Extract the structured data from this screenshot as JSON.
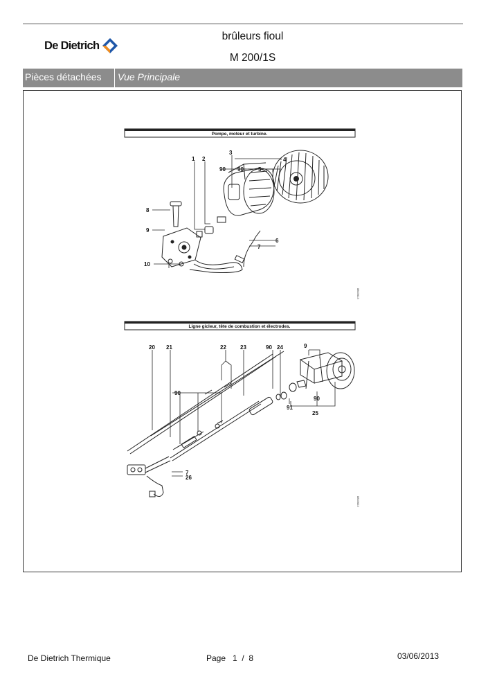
{
  "header": {
    "brand": "De Dietrich",
    "title_line1": "brûleurs fioul",
    "title_line2": "M 200/1S"
  },
  "section_bar": {
    "label": "Pièces détachées",
    "view": "Vue Principale"
  },
  "diagram1": {
    "title": "Pompe, moteur et turbine.",
    "code": "8803613",
    "labels": [
      "1",
      "2",
      "3",
      "4",
      "5",
      "6",
      "7",
      "8",
      "9",
      "10",
      "90",
      "90"
    ]
  },
  "diagram2": {
    "title": "Ligne gicleur, tête de combustion et électrodes.",
    "code": "8803623",
    "labels": [
      "20",
      "21",
      "22",
      "23",
      "90",
      "24",
      "9",
      "90",
      "91",
      "90",
      "25",
      "7",
      "26"
    ]
  },
  "footer": {
    "company": "De Dietrich Thermique",
    "page": "Page   1  /  8",
    "date": "03/06/2013"
  },
  "colors": {
    "bar": "#8c8c8c",
    "brand_blue": "#1f57a8",
    "brand_orange": "#f28c1c"
  }
}
